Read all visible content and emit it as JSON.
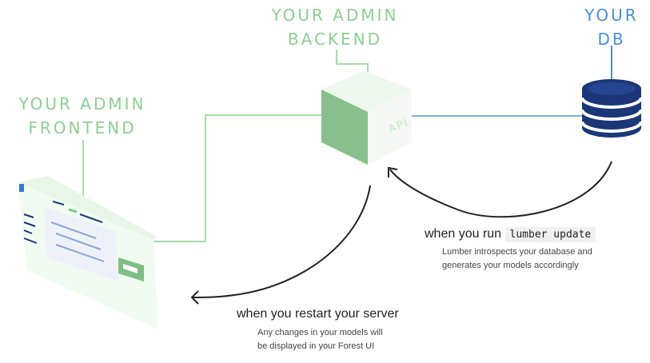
{
  "nodes": {
    "frontend": {
      "title_line1": "YOUR ADMIN",
      "title_line2": "FRONTEND"
    },
    "backend": {
      "title_line1": "YOUR ADMIN",
      "title_line2": "BACKEND",
      "cube_label": "API"
    },
    "db": {
      "title_line1": "YOUR",
      "title_line2": "DB"
    }
  },
  "edges": {
    "update": {
      "text_prefix": "when you run",
      "command": "lumber update",
      "desc_line1": "Lumber introspects your database and",
      "desc_line2": "generates your models accordingly"
    },
    "restart": {
      "text": "when you restart your server",
      "desc_line1": "Any changes in your models will",
      "desc_line2": "be displayed in your Forest UI"
    }
  },
  "colors": {
    "green": "#8ccf95",
    "cube_front": "#87c08a",
    "blue": "#4a90d6",
    "db_navy": "#1c3778",
    "arrow": "#222222"
  }
}
